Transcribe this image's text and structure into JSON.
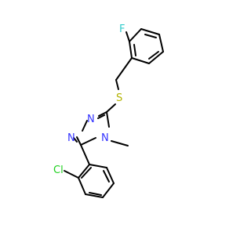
{
  "molecule": {
    "atom_labels": {
      "fluorine": "F",
      "sulfur": "S",
      "nitrogen_1": "N",
      "nitrogen_2": "N",
      "nitrogen_4": "N",
      "chlorine": "Cl"
    },
    "colors": {
      "bond": "#000000",
      "fluorine": "#33cccc",
      "sulfur": "#b2b200",
      "nitrogen": "#3333ff",
      "chlorine": "#1fd01f"
    }
  }
}
